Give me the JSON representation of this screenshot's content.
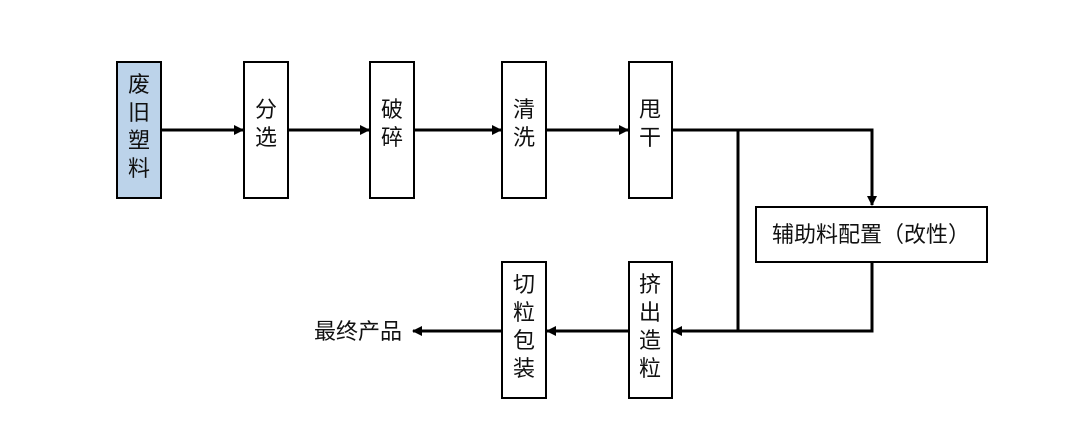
{
  "flow": {
    "nodes": [
      {
        "id": "n1",
        "label": "废旧塑料",
        "highlight": true
      },
      {
        "id": "n2",
        "label": "分选"
      },
      {
        "id": "n3",
        "label": "破碎"
      },
      {
        "id": "n4",
        "label": "清洗"
      },
      {
        "id": "n5",
        "label": "甩干"
      },
      {
        "id": "n6",
        "label": "辅助料配置（改性）"
      },
      {
        "id": "n7",
        "label": "挤出造粒"
      },
      {
        "id": "n8",
        "label": "切粒包装"
      },
      {
        "id": "n9",
        "label": "最终产品"
      }
    ],
    "colors": {
      "highlight_fill": "#bcd3ea",
      "line": "#000000"
    }
  }
}
